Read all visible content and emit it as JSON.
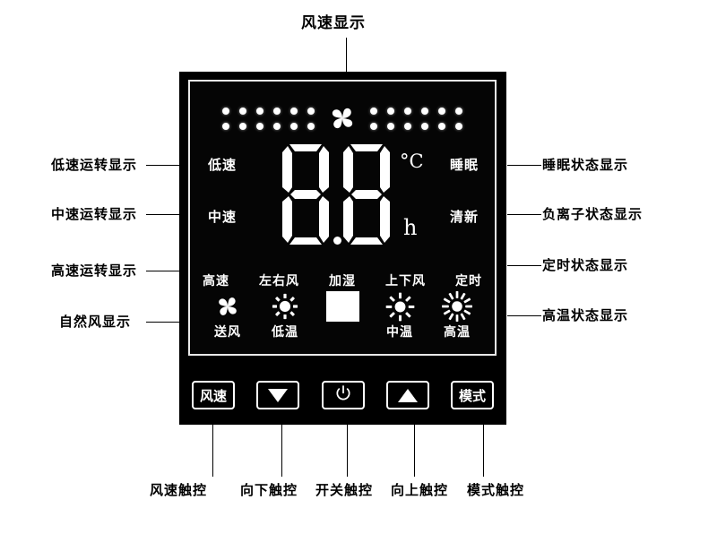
{
  "diagram": {
    "title_top": "风速显示",
    "left_callouts": [
      {
        "text": "低速运转显示"
      },
      {
        "text": "中速运转显示"
      },
      {
        "text": "高速运转显示"
      },
      {
        "text": "自然风显示"
      }
    ],
    "right_callouts": [
      {
        "text": "睡眠状态显示"
      },
      {
        "text": "负离子状态显示"
      },
      {
        "text": "定时状态显示"
      },
      {
        "text": "高温状态显示"
      }
    ],
    "bottom_callouts": [
      {
        "text": "风速触控"
      },
      {
        "text": "向下触控"
      },
      {
        "text": "开关触控"
      },
      {
        "text": "向上触控"
      },
      {
        "text": "模式触控"
      }
    ]
  },
  "lcd": {
    "dot_matrix": {
      "left_columns": 6,
      "right_columns": 6,
      "dots_per_column": 2,
      "center_icon": "fan-icon"
    },
    "speed_labels": {
      "low": "低速",
      "medium": "中速",
      "high": "高速"
    },
    "status_labels": {
      "sleep": "睡眠",
      "fresh": "清新",
      "timer": "定时"
    },
    "digits": {
      "value": "88",
      "decimal_point": true,
      "unit_temperature": "°C",
      "unit_hour": "h"
    },
    "function_labels": [
      {
        "text": "高速"
      },
      {
        "text": "左右风"
      },
      {
        "text": "加湿"
      },
      {
        "text": "上下风"
      },
      {
        "text": "定时"
      }
    ],
    "function_icons": [
      {
        "icon": "fan-icon",
        "label": "送风"
      },
      {
        "icon": "sun-low-icon",
        "label": "低温"
      },
      {
        "icon": "blank-box-icon",
        "label": ""
      },
      {
        "icon": "sun-mid-icon",
        "label": "中温"
      },
      {
        "icon": "sun-high-icon",
        "label": "高温"
      }
    ]
  },
  "buttons": [
    {
      "name": "fan-speed",
      "label": "风速",
      "glyph": "text"
    },
    {
      "name": "down",
      "label": "",
      "glyph": "triangle-down"
    },
    {
      "name": "power",
      "label": "",
      "glyph": "power"
    },
    {
      "name": "up",
      "label": "",
      "glyph": "triangle-up"
    },
    {
      "name": "mode",
      "label": "模式",
      "glyph": "text"
    }
  ],
  "colors": {
    "panel_background": "#000000",
    "lcd_segment": "#ffffff",
    "lcd_border": "#e9e9e9",
    "annotation_text": "#000000",
    "page_background": "#ffffff"
  }
}
